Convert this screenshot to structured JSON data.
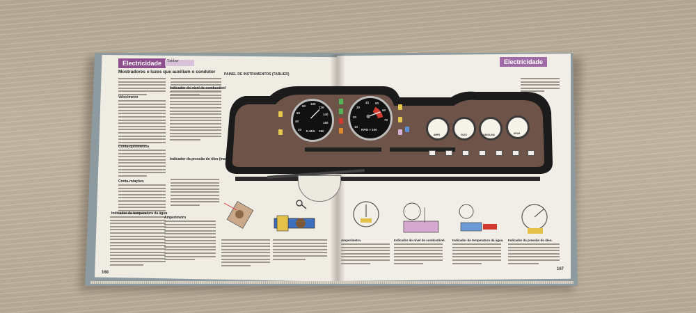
{
  "left_page": {
    "section": "Electricidade",
    "topic": "Tablier",
    "heading": "Mostradores e luzes que auxiliam o condutor",
    "subheads": [
      "Velocimetro",
      "Conta-quilómetros",
      "Conta-rotações",
      "Indicador da temperatura da água",
      "Indicador do nível de combustível",
      "Indicador da pressão do óleo (manómetro do óleo)",
      "Amperímetro"
    ],
    "page_number": "168"
  },
  "right_page": {
    "section": "Electricidade",
    "page_number": "167"
  },
  "dashboard": {
    "title": "PAINEL DE INSTRUMENTOS (TABLIER)",
    "speedometer_unit": "K.M/H",
    "tachometer_unit": "RPM × 100",
    "speed_ticks": [
      "20",
      "40",
      "60",
      "80",
      "100",
      "120",
      "140",
      "160",
      "180"
    ],
    "rpm_ticks": [
      "10",
      "20",
      "30",
      "40",
      "50",
      "60",
      "70"
    ],
    "aux_gauges": [
      "AMPS",
      "ÓLEO",
      "GASOLINA",
      "ÁGUA"
    ]
  },
  "captions": [
    "Amperímetro.",
    "Indicador do nível de combustível.",
    "Indicador de temperatura da água.",
    "Indicador da pressão do óleo."
  ],
  "colors": {
    "section_tag": "#8f4f8f",
    "dash_wood": "#6e5448",
    "dash_black": "#1b1b1b",
    "cover": "#8d9aa0"
  }
}
